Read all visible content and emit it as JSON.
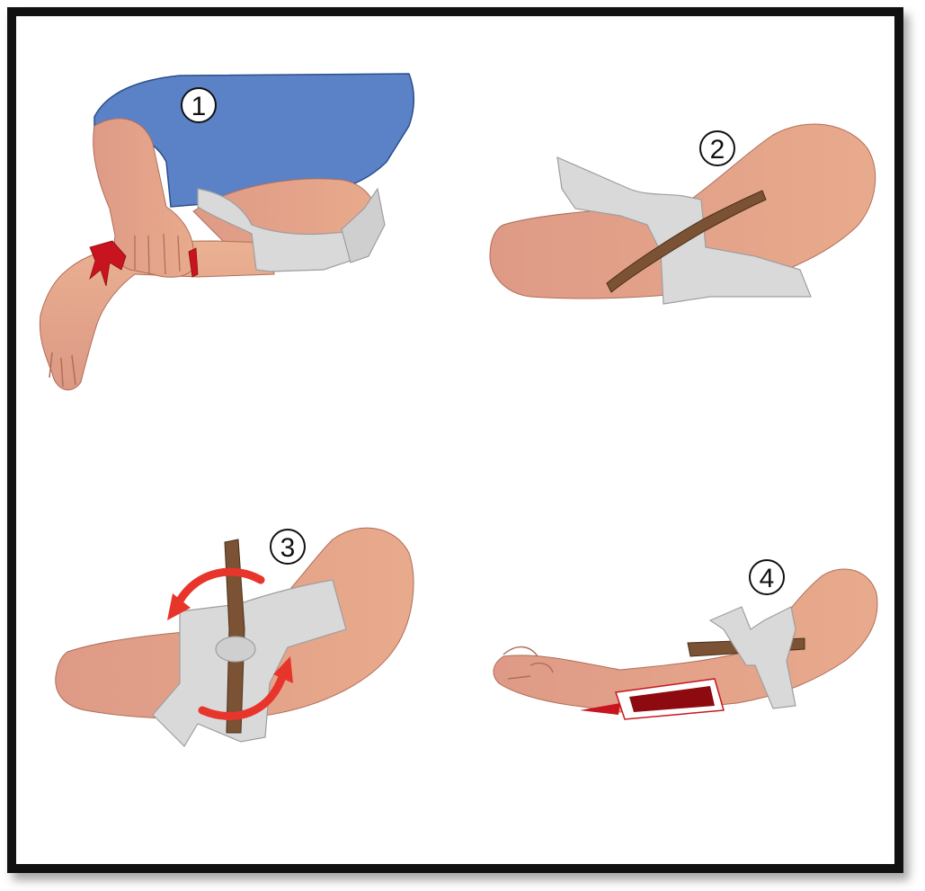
{
  "steps": [
    {
      "number": "1",
      "scene": "tie-bandage-above-wound"
    },
    {
      "number": "2",
      "scene": "place-stick-on-knot"
    },
    {
      "number": "3",
      "scene": "twist-stick-to-tighten"
    },
    {
      "number": "4",
      "scene": "secure-stick-in-place"
    }
  ],
  "colors": {
    "skin": "#e3a08a",
    "skin_highlight": "#eeb79a",
    "skin_outline": "#b06e5a",
    "shirt": "#5b82c6",
    "bandage": "#d9d9d9",
    "bandage_shadow": "#b5b5b5",
    "stick": "#7b5233",
    "blood": "#c8141e",
    "arrow": "#e8352b",
    "frame": "#111111"
  }
}
